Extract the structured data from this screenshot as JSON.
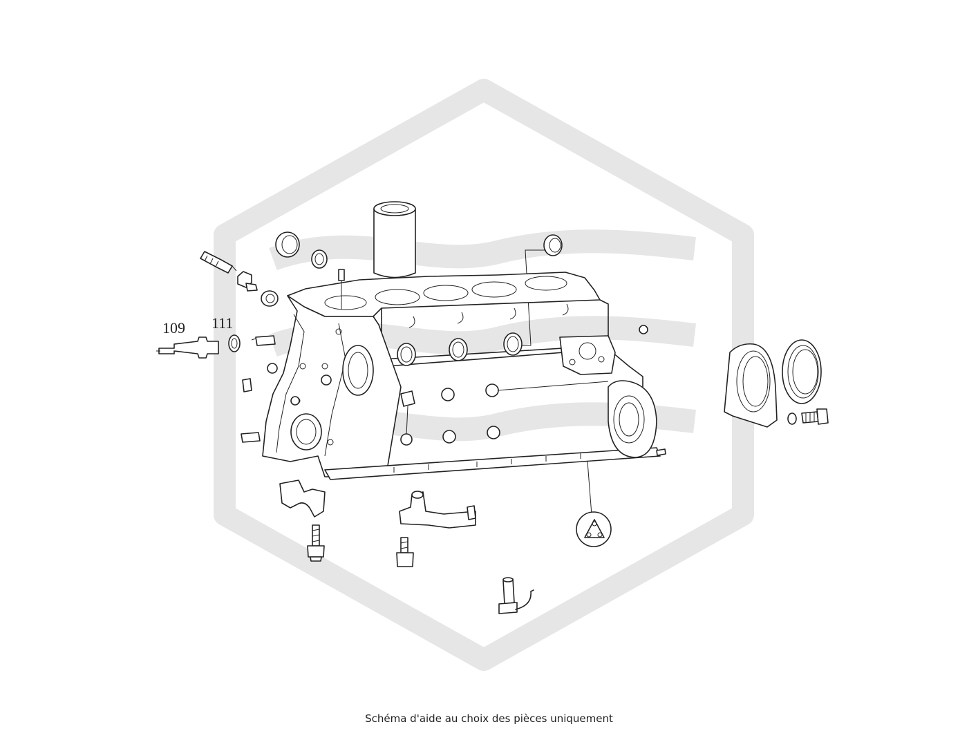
{
  "diagram": {
    "callouts": [
      {
        "id": "109",
        "label": "109"
      },
      {
        "id": "111",
        "label": "111"
      }
    ],
    "watermark_color": "#e6e6e6",
    "line_color": "#222222"
  },
  "caption": "Schéma d'aide au choix des pièces uniquement"
}
